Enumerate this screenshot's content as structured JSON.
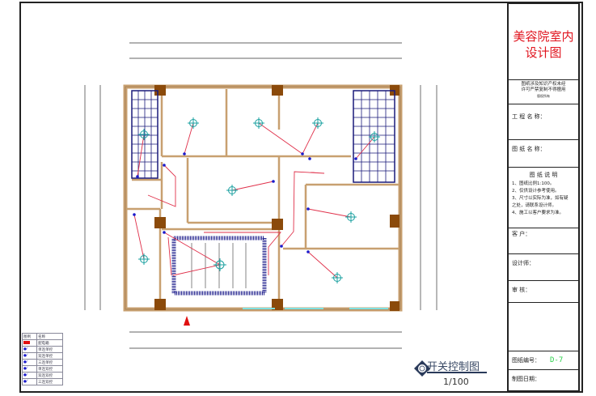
{
  "title_block": {
    "project_title": "美容院室内设计图",
    "copyright_note": [
      "图纸涉及知识产权未经",
      "许可严禁复制不得擅用"
    ],
    "copyright_small": "版权所有",
    "project_name_label": "工 程 名 称：",
    "drawing_name_label": "图 纸 名 称：",
    "notes_heading": "图 纸 说 明",
    "notes": [
      "1、图纸比例1:100。",
      "2、仅供设计参考使用。",
      "3、尺寸以实际为准，如有疑",
      "   之处，请联系设计师。",
      "4、施工以客户要求为准。"
    ],
    "client_label": "客  户：",
    "designer_label": "设计师：",
    "reviewer_label": "审  核：",
    "drawing_no_label": "图纸编号：",
    "drawing_no": "D-7",
    "date_label": "制图日期："
  },
  "legend": {
    "headers": [
      "图例",
      "名称"
    ],
    "items": [
      "配电箱",
      "单连单控",
      "双连单控",
      "三连单控",
      "单连双控",
      "双连双控",
      "三连双控"
    ]
  },
  "drawing": {
    "title": "开关控制图",
    "scale": "1/100"
  },
  "colors": {
    "wall": "#c8a070",
    "column": "#8b4a0a",
    "wire": "#e0304a",
    "lamp": "#1aa0a0",
    "switch": "#1a1acc",
    "title_red": "#e0141e"
  }
}
